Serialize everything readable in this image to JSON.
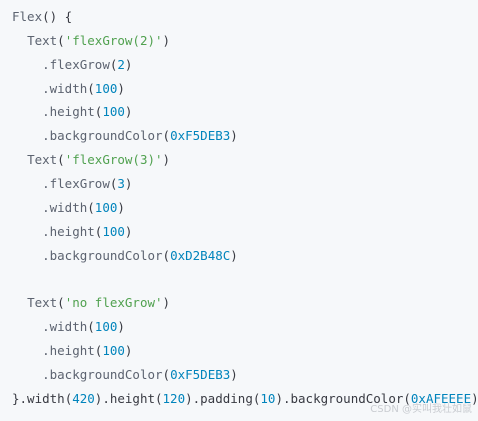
{
  "code_lines": [
    {
      "indent": "",
      "tokens": [
        {
          "t": "Flex",
          "c": "fn"
        },
        {
          "t": "() {",
          "c": "punc"
        }
      ]
    },
    {
      "indent": "  ",
      "tokens": [
        {
          "t": "Text",
          "c": "fn"
        },
        {
          "t": "(",
          "c": "punc"
        },
        {
          "t": "'flexGrow(2)'",
          "c": "str"
        },
        {
          "t": ")",
          "c": "punc"
        }
      ]
    },
    {
      "indent": "    ",
      "tokens": [
        {
          "t": ".flexGrow",
          "c": "fn"
        },
        {
          "t": "(",
          "c": "punc"
        },
        {
          "t": "2",
          "c": "num"
        },
        {
          "t": ")",
          "c": "punc"
        }
      ]
    },
    {
      "indent": "    ",
      "tokens": [
        {
          "t": ".width",
          "c": "fn"
        },
        {
          "t": "(",
          "c": "punc"
        },
        {
          "t": "100",
          "c": "num"
        },
        {
          "t": ")",
          "c": "punc"
        }
      ]
    },
    {
      "indent": "    ",
      "tokens": [
        {
          "t": ".height",
          "c": "fn"
        },
        {
          "t": "(",
          "c": "punc"
        },
        {
          "t": "100",
          "c": "num"
        },
        {
          "t": ")",
          "c": "punc"
        }
      ]
    },
    {
      "indent": "    ",
      "tokens": [
        {
          "t": ".backgroundColor",
          "c": "fn"
        },
        {
          "t": "(",
          "c": "punc"
        },
        {
          "t": "0xF5DEB3",
          "c": "num"
        },
        {
          "t": ")",
          "c": "punc"
        }
      ]
    },
    {
      "indent": "  ",
      "tokens": [
        {
          "t": "Text",
          "c": "fn"
        },
        {
          "t": "(",
          "c": "punc"
        },
        {
          "t": "'flexGrow(3)'",
          "c": "str"
        },
        {
          "t": ")",
          "c": "punc"
        }
      ]
    },
    {
      "indent": "    ",
      "tokens": [
        {
          "t": ".flexGrow",
          "c": "fn"
        },
        {
          "t": "(",
          "c": "punc"
        },
        {
          "t": "3",
          "c": "num"
        },
        {
          "t": ")",
          "c": "punc"
        }
      ]
    },
    {
      "indent": "    ",
      "tokens": [
        {
          "t": ".width",
          "c": "fn"
        },
        {
          "t": "(",
          "c": "punc"
        },
        {
          "t": "100",
          "c": "num"
        },
        {
          "t": ")",
          "c": "punc"
        }
      ]
    },
    {
      "indent": "    ",
      "tokens": [
        {
          "t": ".height",
          "c": "fn"
        },
        {
          "t": "(",
          "c": "punc"
        },
        {
          "t": "100",
          "c": "num"
        },
        {
          "t": ")",
          "c": "punc"
        }
      ]
    },
    {
      "indent": "    ",
      "tokens": [
        {
          "t": ".backgroundColor",
          "c": "fn"
        },
        {
          "t": "(",
          "c": "punc"
        },
        {
          "t": "0xD2B48C",
          "c": "num"
        },
        {
          "t": ")",
          "c": "punc"
        }
      ]
    },
    {
      "indent": "",
      "tokens": []
    },
    {
      "indent": "  ",
      "tokens": [
        {
          "t": "Text",
          "c": "fn"
        },
        {
          "t": "(",
          "c": "punc"
        },
        {
          "t": "'no flexGrow'",
          "c": "str"
        },
        {
          "t": ")",
          "c": "punc"
        }
      ]
    },
    {
      "indent": "    ",
      "tokens": [
        {
          "t": ".width",
          "c": "fn"
        },
        {
          "t": "(",
          "c": "punc"
        },
        {
          "t": "100",
          "c": "num"
        },
        {
          "t": ")",
          "c": "punc"
        }
      ]
    },
    {
      "indent": "    ",
      "tokens": [
        {
          "t": ".height",
          "c": "fn"
        },
        {
          "t": "(",
          "c": "punc"
        },
        {
          "t": "100",
          "c": "num"
        },
        {
          "t": ")",
          "c": "punc"
        }
      ]
    },
    {
      "indent": "    ",
      "tokens": [
        {
          "t": ".backgroundColor",
          "c": "fn"
        },
        {
          "t": "(",
          "c": "punc"
        },
        {
          "t": "0xF5DEB3",
          "c": "num"
        },
        {
          "t": ")",
          "c": "punc"
        }
      ]
    },
    {
      "indent": "",
      "tokens": [
        {
          "t": "}.width",
          "c": "punc"
        },
        {
          "t": "(",
          "c": "punc"
        },
        {
          "t": "420",
          "c": "num"
        },
        {
          "t": ").height(",
          "c": "punc"
        },
        {
          "t": "120",
          "c": "num"
        },
        {
          "t": ").padding(",
          "c": "punc"
        },
        {
          "t": "10",
          "c": "num"
        },
        {
          "t": ").backgroundColor(",
          "c": "punc"
        },
        {
          "t": "0xAFEEEE",
          "c": "num"
        },
        {
          "t": ")",
          "c": "punc"
        }
      ]
    }
  ],
  "watermark": "CSDN @实叫我壮如鼠",
  "colors": {
    "background": "#f6f8fa",
    "function": "#5c6370",
    "string": "#50a14f",
    "number": "#0184bc",
    "punctuation": "#383a42"
  }
}
